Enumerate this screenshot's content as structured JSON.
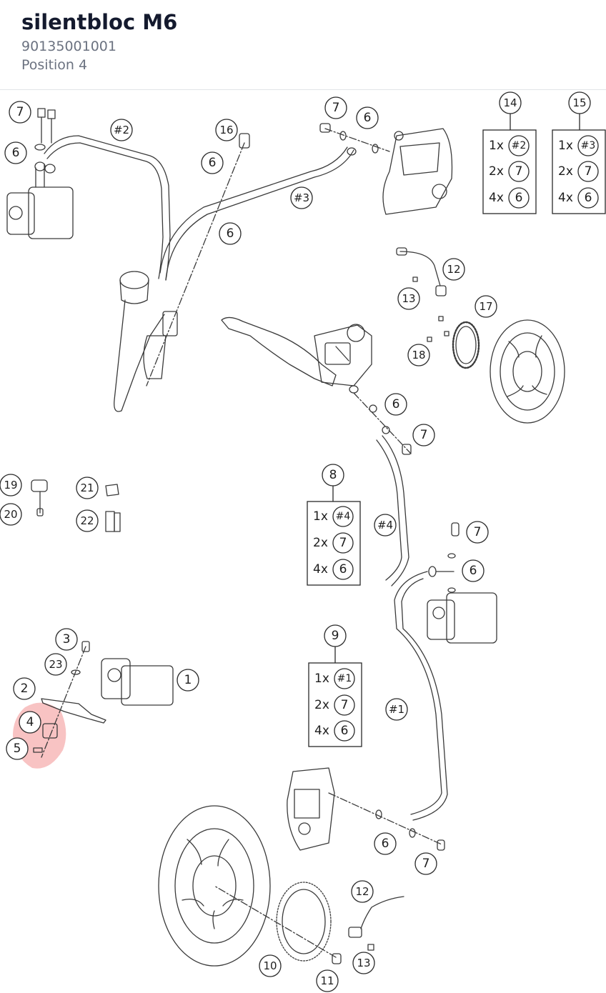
{
  "part": {
    "name": "silentbloc M6",
    "number": "90135001001",
    "position": "Position 4"
  },
  "highlight": {
    "label": "4",
    "color": "#f4a3a3"
  },
  "callouts": {
    "c1": "1",
    "c2": "2",
    "c3": "3",
    "c4": "4",
    "c5": "5",
    "c6a": "6",
    "c6b": "6",
    "c6c": "6",
    "c6d": "6",
    "c6e": "6",
    "c6f": "6",
    "c6g": "6",
    "c7a": "7",
    "c7b": "7",
    "c7c": "7",
    "c7d": "7",
    "c7e": "7",
    "c8": "8",
    "c9": "9",
    "c10": "10",
    "c11": "11",
    "c12a": "12",
    "c12b": "12",
    "c13a": "13",
    "c13b": "13",
    "c14": "14",
    "c15": "15",
    "c16": "16",
    "c17": "17",
    "c18": "18",
    "c19": "19",
    "c20": "20",
    "c21": "21",
    "c22": "22",
    "c23": "23",
    "h2": "#2",
    "h3": "#3",
    "h4": "#4",
    "h1": "#1"
  },
  "kits": {
    "k14": [
      {
        "qty": "1x",
        "ref": "#2"
      },
      {
        "qty": "2x",
        "ref": "7"
      },
      {
        "qty": "4x",
        "ref": "6"
      }
    ],
    "k15": [
      {
        "qty": "1x",
        "ref": "#3"
      },
      {
        "qty": "2x",
        "ref": "7"
      },
      {
        "qty": "4x",
        "ref": "6"
      }
    ],
    "k8": [
      {
        "qty": "1x",
        "ref": "#4"
      },
      {
        "qty": "2x",
        "ref": "7"
      },
      {
        "qty": "4x",
        "ref": "6"
      }
    ],
    "k9": [
      {
        "qty": "1x",
        "ref": "#1"
      },
      {
        "qty": "2x",
        "ref": "7"
      },
      {
        "qty": "4x",
        "ref": "6"
      }
    ]
  }
}
